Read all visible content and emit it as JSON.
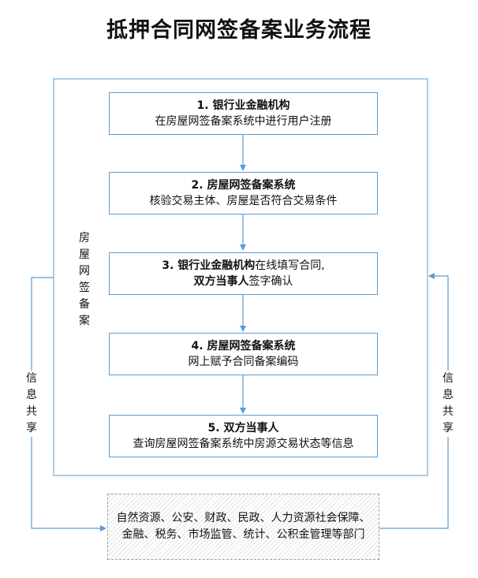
{
  "title": "抵押合同网签备案业务流程",
  "steps": [
    {
      "l1_bold": "1. 银行业金融机构",
      "l1_rest": "",
      "l2_bold": "",
      "l2_rest": "在房屋网签备案系统中进行用户注册"
    },
    {
      "l1_bold": "2. 房屋网签备案系统",
      "l1_rest": "",
      "l2_bold": "",
      "l2_rest": "核验交易主体、房屋是否符合交易条件"
    },
    {
      "l1_bold": "3. 银行业金融机构",
      "l1_rest": "在线填写合同,",
      "l2_bold": "双方当事人",
      "l2_rest": "签字确认"
    },
    {
      "l1_bold": "4. 房屋网签备案系统",
      "l1_rest": "",
      "l2_bold": "",
      "l2_rest": "网上赋予合同备案编码"
    },
    {
      "l1_bold": "5. 双方当事人",
      "l1_rest": "",
      "l2_bold": "",
      "l2_rest": "查询房屋网签备案系统中房源交易状态等信息"
    }
  ],
  "container_label": "房屋网签备案",
  "left_label": "信息共享",
  "right_label": "信息共享",
  "departments": "自然资源、公安、财政、民政、人力资源社会保障、金融、税务、市场监管、统计、公积金管理等部门",
  "colors": {
    "line": "#5b9bd5",
    "text": "#111111"
  }
}
